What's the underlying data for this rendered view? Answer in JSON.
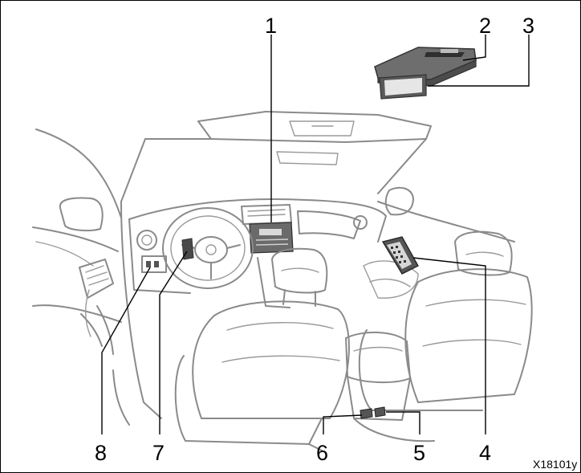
{
  "callouts": {
    "c1": "1",
    "c2": "2",
    "c3": "3",
    "c4": "4",
    "c5": "5",
    "c6": "6",
    "c7": "7",
    "c8": "8"
  },
  "figure_code": "X18101y",
  "colors": {
    "line_art": "#8a8a8a",
    "highlight": "#555555",
    "leader": "#000000"
  }
}
